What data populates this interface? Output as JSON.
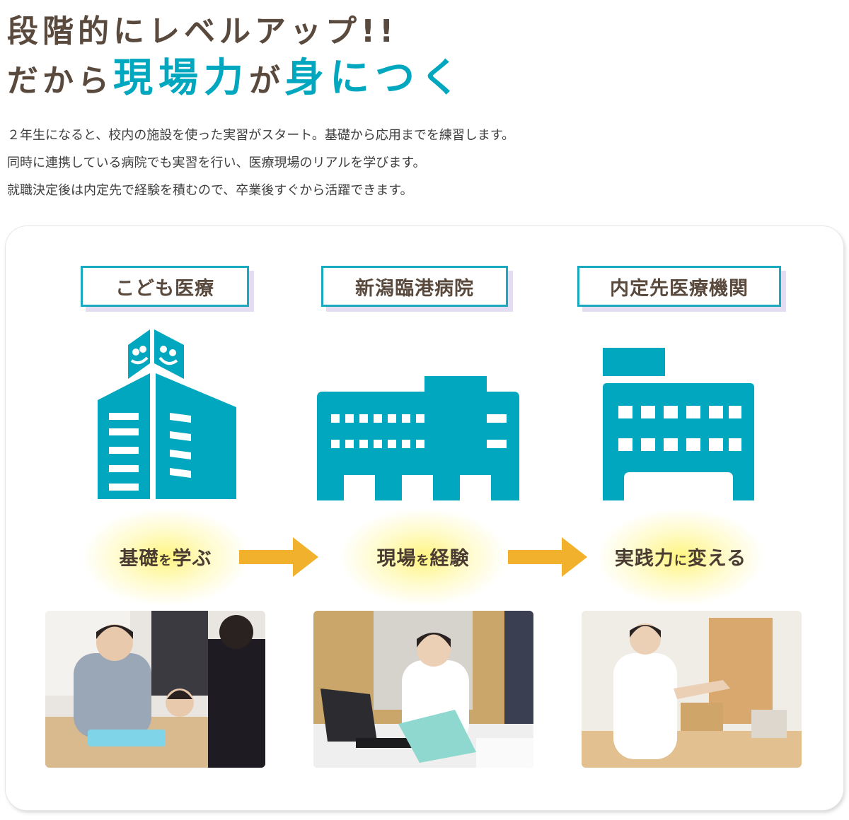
{
  "headline": {
    "line1": "段階的にレベルアップ!!",
    "line2_pre": "だから",
    "line2_accent1": "現場力",
    "line2_mid": "が",
    "line2_accent2": "身につく"
  },
  "intro": [
    "２年生になると、校内の施設を使った実習がスタート。基礎から応用までを練習します。",
    "同時に連携している病院でも実習を行い、医療現場のリアルを学びます。",
    "就職決定後は内定先で経験を積むので、卒業後すぐから活躍できます。"
  ],
  "colors": {
    "accent": "#00a7be",
    "text": "#5a4a3e",
    "arrow": "#f2b12d",
    "shadow": "#e4dcf0"
  },
  "steps": [
    {
      "label": "こども医療",
      "step_a": "基礎",
      "step_particle": "を",
      "step_b": "学ぶ",
      "icon": "children-hospital-building-icon"
    },
    {
      "label": "新潟臨港病院",
      "step_a": "現場",
      "step_particle": "を",
      "step_b": "経験",
      "icon": "hospital-building-icon"
    },
    {
      "label": "内定先医療機関",
      "step_a": "実践力",
      "step_particle": "に",
      "step_b": "変える",
      "icon": "clinic-building-icon"
    }
  ]
}
